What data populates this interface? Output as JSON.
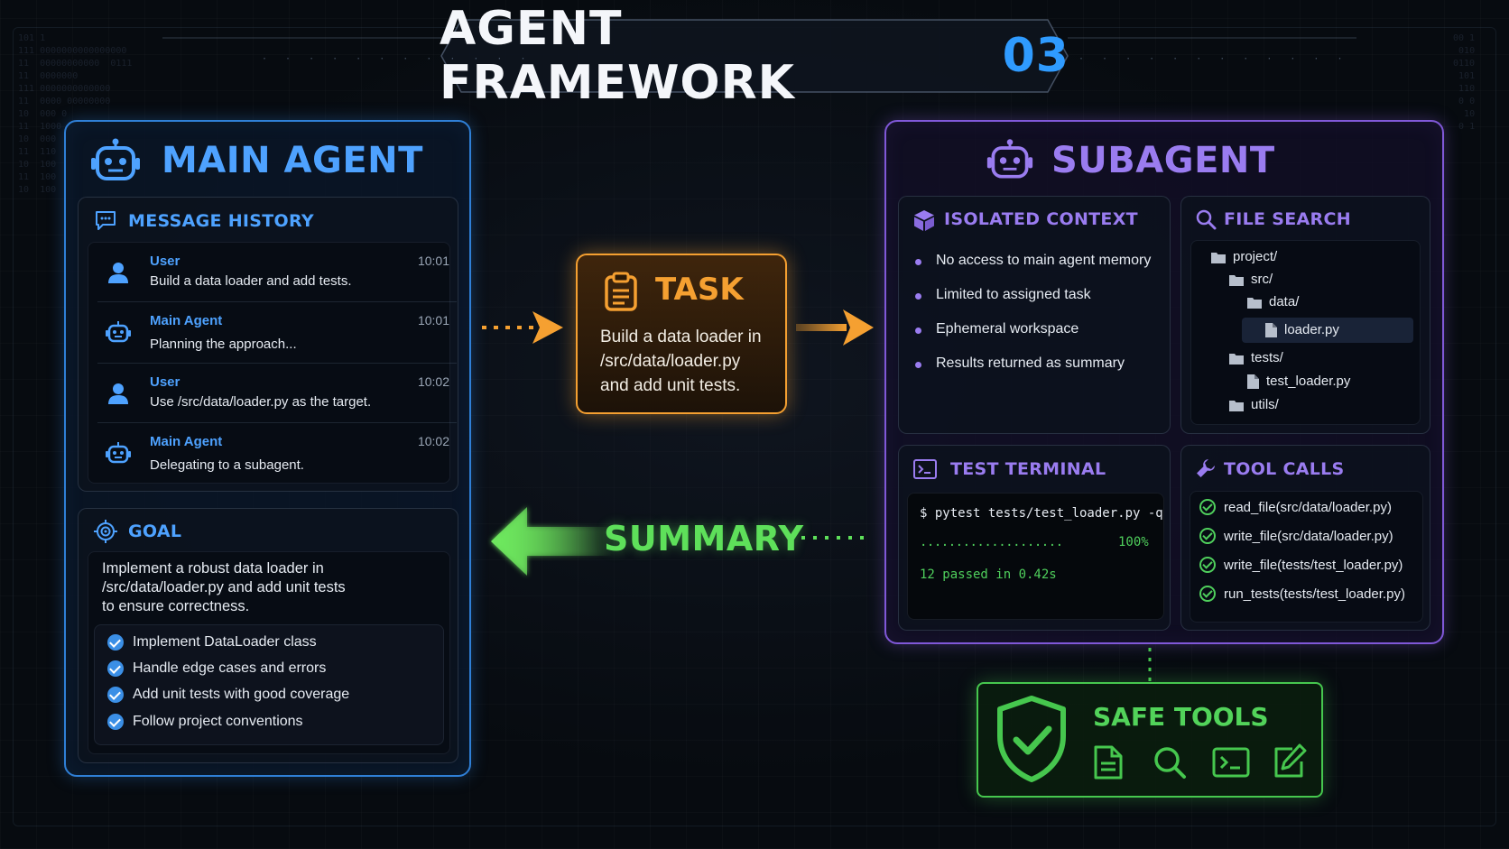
{
  "title": {
    "text": "AGENT FRAMEWORK",
    "number": "03"
  },
  "main_agent": {
    "title": "MAIN AGENT",
    "message_history": {
      "title": "MESSAGE HISTORY",
      "messages": [
        {
          "sender": "User",
          "time": "10:01",
          "text": "Build a data loader and add tests.",
          "icon": "user-icon"
        },
        {
          "sender": "Main Agent",
          "time": "10:01",
          "text": "Planning the approach...",
          "icon": "robot-icon"
        },
        {
          "sender": "User",
          "time": "10:02",
          "text": "Use /src/data/loader.py as the target.",
          "icon": "user-icon"
        },
        {
          "sender": "Main Agent",
          "time": "10:02",
          "text": "Delegating to a subagent.",
          "icon": "robot-icon"
        }
      ]
    },
    "goal": {
      "title": "GOAL",
      "description": [
        "Implement a robust data loader in",
        "/src/data/loader.py and add unit tests",
        "to ensure correctness."
      ],
      "checklist": [
        "Implement DataLoader class",
        "Handle edge cases and errors",
        "Add unit tests with good coverage",
        "Follow project conventions"
      ]
    }
  },
  "task": {
    "title": "TASK",
    "lines": [
      "Build a data loader in",
      "/src/data/loader.py",
      "and add unit tests."
    ]
  },
  "summary": {
    "label": "SUMMARY"
  },
  "subagent": {
    "title": "SUBAGENT",
    "isolated_context": {
      "title": "ISOLATED CONTEXT",
      "items": [
        "No access to main agent memory",
        "Limited to assigned task",
        "Ephemeral workspace",
        "Results returned as summary"
      ]
    },
    "file_search": {
      "title": "FILE SEARCH",
      "tree": [
        {
          "name": "project/",
          "kind": "folder",
          "depth": 0
        },
        {
          "name": "src/",
          "kind": "folder",
          "depth": 1
        },
        {
          "name": "data/",
          "kind": "folder",
          "depth": 2
        },
        {
          "name": "loader.py",
          "kind": "file",
          "depth": 3,
          "selected": true
        },
        {
          "name": "tests/",
          "kind": "folder",
          "depth": 1
        },
        {
          "name": "test_loader.py",
          "kind": "file",
          "depth": 2
        },
        {
          "name": "utils/",
          "kind": "folder",
          "depth": 1
        }
      ]
    },
    "test_terminal": {
      "title": "TEST TERMINAL",
      "command": "$ pytest tests/test_loader.py -q",
      "progress_dots": "....................",
      "progress_pct": "100%",
      "result": "12 passed in 0.42s"
    },
    "tool_calls": {
      "title": "TOOL CALLS",
      "calls": [
        "read_file(src/data/loader.py)",
        "write_file(src/data/loader.py)",
        "write_file(tests/test_loader.py)",
        "run_tests(tests/test_loader.py)"
      ]
    }
  },
  "safe_tools": {
    "title": "SAFE TOOLS",
    "icons": [
      "shield-check-icon",
      "document-icon",
      "search-icon",
      "terminal-icon",
      "edit-icon"
    ]
  },
  "colors": {
    "main_agent": "#2f7fd6",
    "main_agent_text": "#4ea2ff",
    "subagent": "#8058d8",
    "subagent_text": "#9a7cf0",
    "task": "#f5a031",
    "summary": "#5ee05a",
    "safe_tools": "#46c74e",
    "title_number": "#2f9bff"
  }
}
